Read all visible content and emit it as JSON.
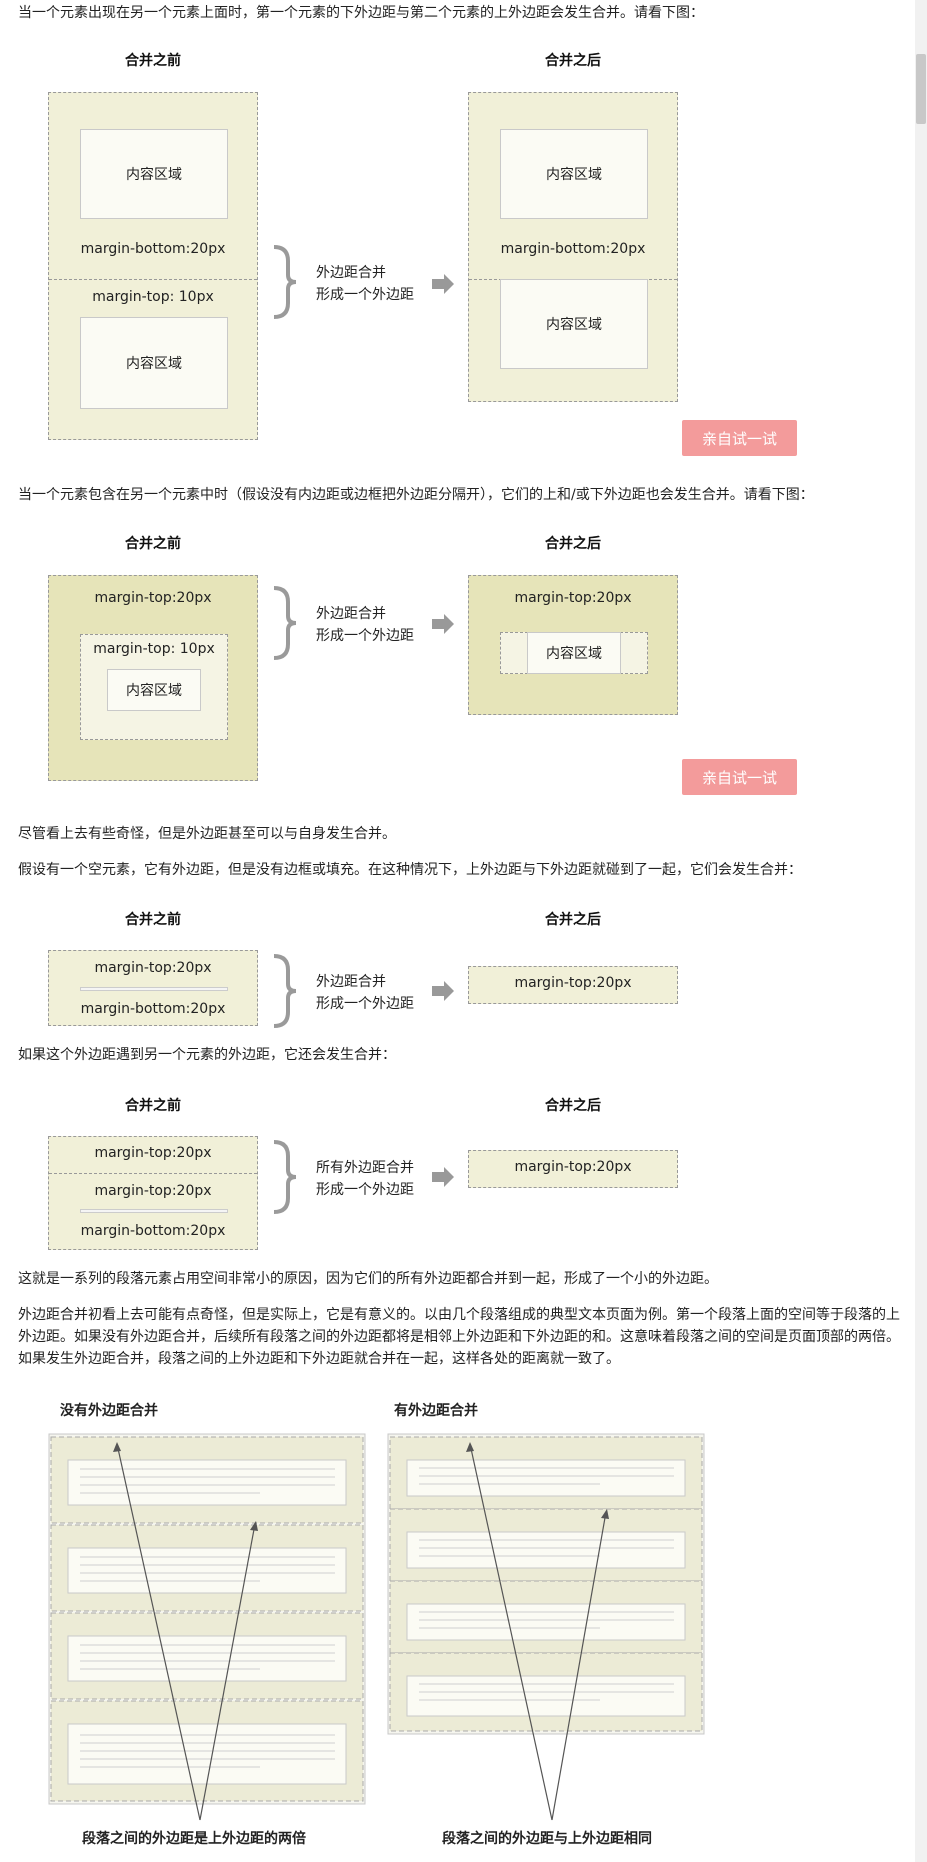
{
  "para1": "当一个元素出现在另一个元素上面时，第一个元素的下外边距与第二个元素的上外边距会发生合并。请看下图：",
  "para2": "当一个元素包含在另一个元素中时（假设没有内边距或边框把外边距分隔开），它们的上和/或下外边距也会发生合并。请看下图：",
  "para3": "尽管看上去有些奇怪，但是外边距甚至可以与自身发生合并。",
  "para4": "假设有一个空元素，它有外边距，但是没有边框或填充。在这种情况下，上外边距与下外边距就碰到了一起，它们会发生合并：",
  "para5": "如果这个外边距遇到另一个元素的外边距，它还会发生合并：",
  "para6": "这就是一系列的段落元素占用空间非常小的原因，因为它们的所有外边距都合并到一起，形成了一个小的外边距。",
  "para7": "外边距合并初看上去可能有点奇怪，但是实际上，它是有意义的。以由几个段落组成的典型文本页面为例。第一个段落上面的空间等于段落的上外边距。如果没有外边距合并，后续所有段落之间的外边距都将是相邻上外边距和下外边距的和。这意味着段落之间的空间是页面顶部的两倍。如果发生外边距合并，段落之间的上外边距和下外边距就合并在一起，这样各处的距离就一致了。",
  "labels": {
    "before": "合并之前",
    "after": "合并之后",
    "content": "内容区域",
    "mb20": "margin-bottom:20px",
    "mt10": "margin-top: 10px",
    "mt20": "margin-top:20px",
    "mt10b": "margin-top: 10px",
    "merge1": "外边距合并",
    "merge2": "形成一个外边距",
    "mergeAll": "所有外边距合并",
    "try": "亲自试一试",
    "noCollapse": "没有外边距合并",
    "withCollapse": "有外边距合并",
    "capLeft": "段落之间的外边距是上外边距的两倍",
    "capRight": "段落之间的外边距与上外边距相同"
  }
}
